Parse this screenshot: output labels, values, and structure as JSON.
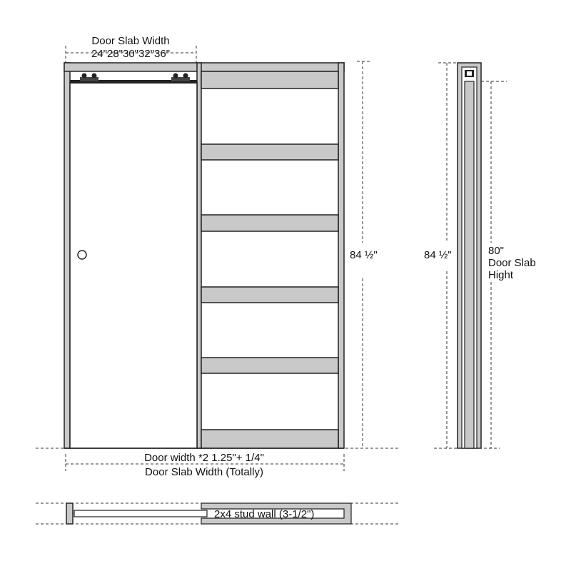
{
  "front_view": {
    "top_dimension": {
      "label": "Door Slab Width",
      "sizes": "24\"28\"30\"32\"36\""
    },
    "height_label": "84 ½\"",
    "bottom_dimension": {
      "line1": "Door width *2 1.25\"+ 1/4\"",
      "line2": "Door Slab Width (Totally)"
    }
  },
  "side_view": {
    "frame_height_label": "84 ½\"",
    "slab_height_label": {
      "line1": "80\"",
      "line2": "Door Slab",
      "line3": "Hight"
    }
  },
  "plan_view": {
    "wall_label": "2x4 stud wall (3-1/2\")"
  },
  "colors": {
    "frame_fill": "#c9c9c9",
    "line": "#222222",
    "background": "#ffffff"
  }
}
